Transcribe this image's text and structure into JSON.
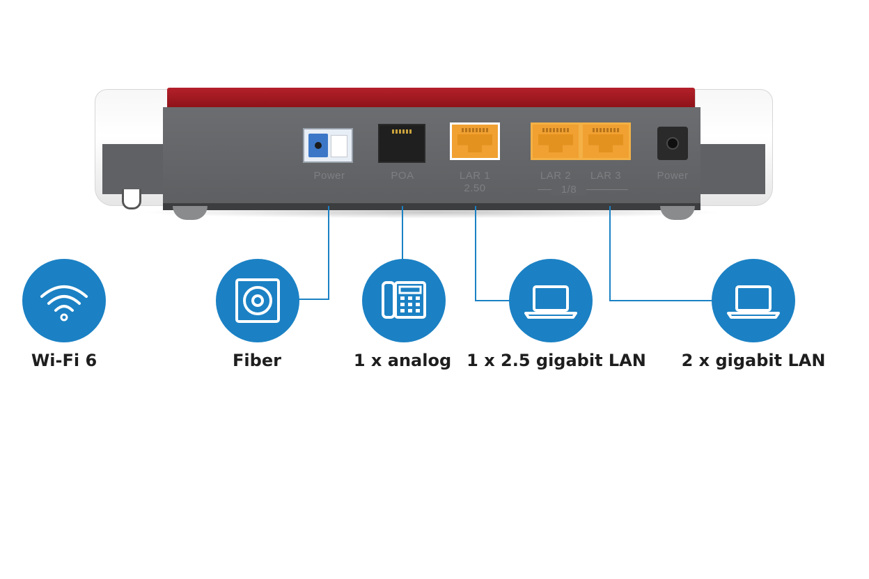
{
  "colors": {
    "accent": "#1b81c4",
    "router_red": "#a8181f",
    "router_gray": "#636568",
    "lan_orange": "#f0a132",
    "fiber_blue": "#3c77c7"
  },
  "router": {
    "ports": [
      {
        "label": "Power",
        "sublabel": ""
      },
      {
        "label": "POA",
        "sublabel": ""
      },
      {
        "label": "LAR 1",
        "sublabel": "2.50"
      },
      {
        "label": "LAR 2",
        "sublabel": ""
      },
      {
        "label": "LAR 3",
        "sublabel": ""
      },
      {
        "label": "Power",
        "sublabel": ""
      }
    ],
    "group_label": "1/8"
  },
  "features": [
    {
      "label": "Wi-Fi 6",
      "icon": "wifi-icon"
    },
    {
      "label": "Fiber",
      "icon": "fiber-socket-icon"
    },
    {
      "label": "1 x analog",
      "icon": "telephone-icon"
    },
    {
      "label": "1 x 2.5 gigabit LAN",
      "icon": "laptop-icon"
    },
    {
      "label": "2 x gigabit LAN",
      "icon": "laptop-icon"
    }
  ]
}
